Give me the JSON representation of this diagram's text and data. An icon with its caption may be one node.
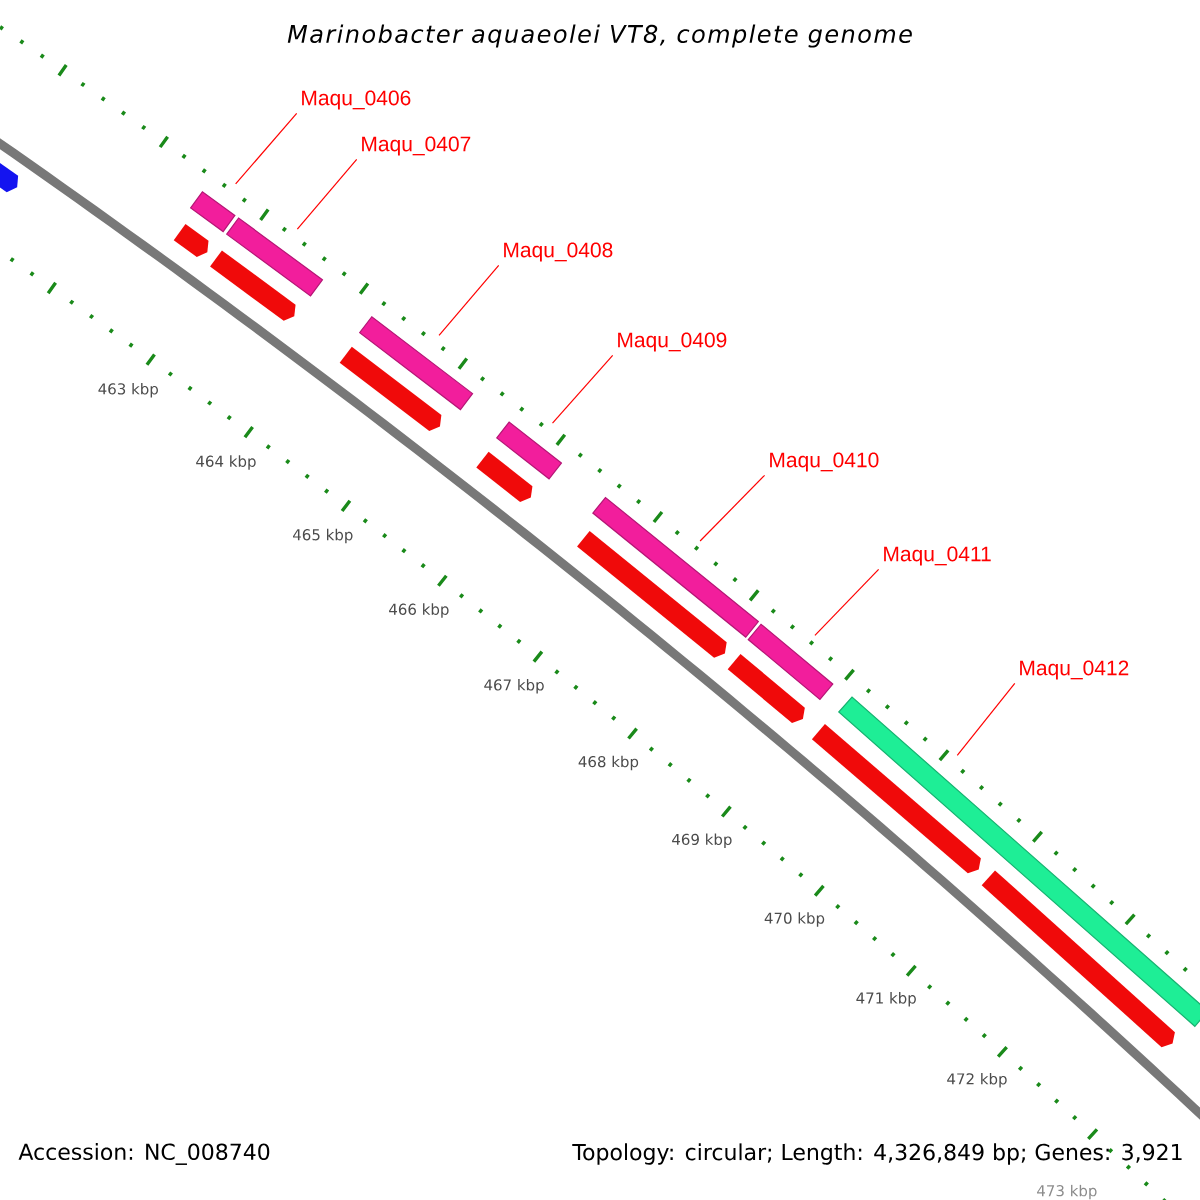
{
  "diagram": {
    "title": "Marinobacter aquaeolei VT8, complete genome",
    "nodes": [
      {
        "text": [
          "Maqu_0406"
        ]
      },
      {
        "text": [
          "Maqu_0407"
        ]
      },
      {
        "text": [
          "Maqu_0408"
        ]
      },
      {
        "text": [
          "Maqu_0409"
        ]
      },
      {
        "text": [
          "Maqu_0410"
        ]
      },
      {
        "text": [
          "Maqu_0411"
        ]
      },
      {
        "text": [
          "Maqu_0412"
        ]
      },
      {
        "text": [],
        "shape": "bar"
      },
      {
        "text": [],
        "shape": "bar"
      },
      {
        "text": [],
        "shape": "bar"
      },
      {
        "text": [],
        "shape": "bar"
      },
      {
        "text": [],
        "shape": "bar"
      },
      {
        "text": [],
        "shape": "bar"
      },
      {
        "text": [],
        "shape": "bar"
      },
      {
        "text": [],
        "shape": "arrow"
      },
      {
        "text": [],
        "shape": "arrow"
      },
      {
        "text": [],
        "shape": "arrow"
      },
      {
        "text": [],
        "shape": "arrow"
      },
      {
        "text": [],
        "shape": "arrow"
      },
      {
        "text": [],
        "shape": "arrow"
      },
      {
        "text": [],
        "shape": "arrow"
      },
      {
        "text": [],
        "shape": "arrow"
      },
      {
        "text": [],
        "shape": "arrow"
      }
    ],
    "edges": [
      {
        "from": 0,
        "to": 7,
        "arrow": "none"
      },
      {
        "from": 1,
        "to": 8,
        "arrow": "none"
      },
      {
        "from": 2,
        "to": 9,
        "arrow": "none"
      },
      {
        "from": 3,
        "to": 10,
        "arrow": "none"
      },
      {
        "from": 4,
        "to": 11,
        "arrow": "none"
      },
      {
        "from": 5,
        "to": 12,
        "arrow": "none"
      },
      {
        "from": 6,
        "to": 13,
        "arrow": "none"
      }
    ],
    "labels": [
      "463 kbp",
      "464 kbp",
      "465 kbp",
      "466 kbp",
      "467 kbp",
      "468 kbp",
      "469 kbp",
      "470 kbp",
      "471 kbp",
      "472 kbp",
      "473 kbp",
      "Accession: NC_008740",
      "Topology: circular; Length: 4,326,849 bp; Genes: 3,921"
    ]
  }
}
